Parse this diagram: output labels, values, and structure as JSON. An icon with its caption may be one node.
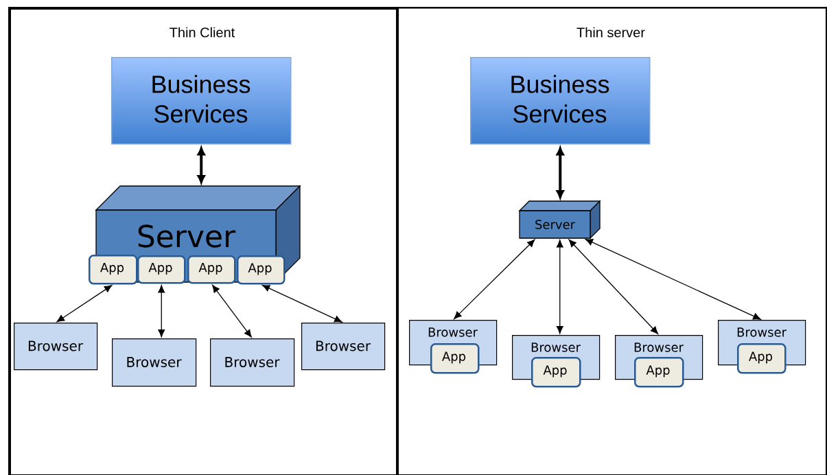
{
  "diagram": {
    "nodes": [
      {
        "text": [
          "Thin Client"
        ]
      },
      {
        "text": [
          "Business Services"
        ],
        "in": 0
      },
      {
        "text": [
          "Server"
        ],
        "in": 0
      },
      {
        "text": [
          "App"
        ],
        "in": 0
      },
      {
        "text": [
          "App"
        ],
        "in": 2
      },
      {
        "text": [
          "App"
        ],
        "in": 2
      },
      {
        "text": [
          "App"
        ],
        "in": 2
      },
      {
        "text": [
          "Browser"
        ],
        "in": 0
      },
      {
        "text": [
          "Browser"
        ],
        "in": 0
      },
      {
        "text": [
          "Browser"
        ],
        "in": 0
      },
      {
        "text": [
          "Browser"
        ],
        "in": 0
      },
      {
        "text": [
          "Thin server"
        ]
      },
      {
        "text": [
          "Business Services"
        ],
        "in": 11
      },
      {
        "text": [
          "Server"
        ],
        "in": 11
      },
      {
        "text": [
          "Browser"
        ],
        "in": 11
      },
      {
        "text": [
          "App"
        ],
        "in": 11
      },
      {
        "text": [
          "Browser"
        ],
        "in": 11
      },
      {
        "text": [
          "App"
        ],
        "in": 11
      },
      {
        "text": [
          "Browser"
        ],
        "in": 11
      },
      {
        "text": [
          "App"
        ],
        "in": 11
      },
      {
        "text": [
          "Browser"
        ],
        "in": 11
      },
      {
        "text": [
          "App"
        ],
        "in": 11
      }
    ],
    "edges": [
      {
        "from": 1,
        "to": 2,
        "arrow": "both",
        "style": "thick"
      },
      {
        "from": 3,
        "to": 7,
        "arrow": "both"
      },
      {
        "from": 4,
        "to": 8,
        "arrow": "both"
      },
      {
        "from": 5,
        "to": 9,
        "arrow": "both"
      },
      {
        "from": 6,
        "to": 10,
        "arrow": "both"
      },
      {
        "from": 12,
        "to": 13,
        "arrow": "both",
        "style": "thick"
      },
      {
        "from": 13,
        "to": 14,
        "arrow": "both"
      },
      {
        "from": 13,
        "to": 16,
        "arrow": "both"
      },
      {
        "from": 13,
        "to": 18,
        "arrow": "both"
      },
      {
        "from": 13,
        "to": 20,
        "arrow": "both"
      }
    ]
  }
}
